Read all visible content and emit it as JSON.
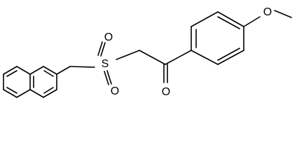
{
  "molecule": {
    "name": "",
    "atom_labels": {
      "s1": "S",
      "o1": "O",
      "o2": "O",
      "o3": "O",
      "o4": "O"
    },
    "colors": {
      "bond": "#000000",
      "label": "#000000",
      "background": "#ffffff"
    }
  }
}
